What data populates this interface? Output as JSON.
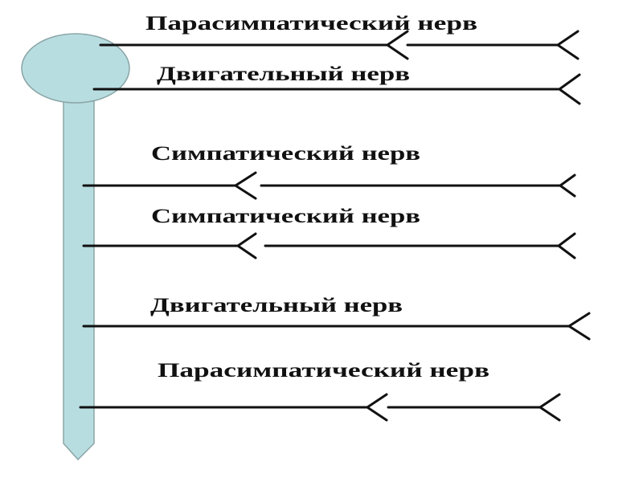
{
  "diagram": {
    "nerves": [
      {
        "label": "Парасимпатический нерв",
        "type": "parasympathetic"
      },
      {
        "label": "Двигательный нерв",
        "type": "motor"
      },
      {
        "label": "Симпатический нерв",
        "type": "sympathetic"
      },
      {
        "label": "Симпатический нерв",
        "type": "sympathetic"
      },
      {
        "label": "Двигательный нерв",
        "type": "motor"
      },
      {
        "label": "Парасимпатический нерв",
        "type": "parasympathetic"
      }
    ],
    "colors": {
      "structure_fill": "#b8dde1",
      "structure_stroke": "#8aa5a6",
      "line": "#111111"
    }
  }
}
